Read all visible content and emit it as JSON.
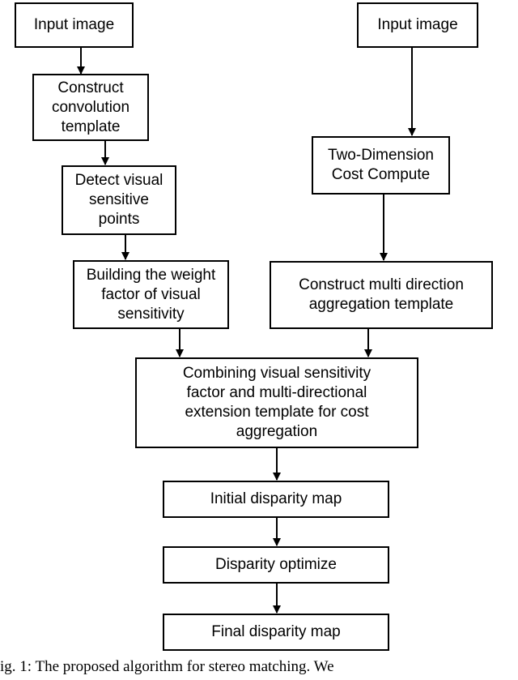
{
  "diagram": {
    "nodes": {
      "input_left": "Input image",
      "construct_conv": "Construct\nconvolution\ntemplate",
      "detect_visual": "Detect visual\nsensitive\npoints",
      "building_weight": "Building the weight\nfactor of visual\nsensitivity",
      "input_right": "Input image",
      "two_dim_cost": "Two-Dimension\nCost Compute",
      "construct_multi": "Construct multi direction\naggregation template",
      "combining": "Combining visual sensitivity\nfactor and multi-directional\nextension template for cost\naggregation",
      "initial_disparity": "Initial disparity map",
      "disparity_optimize": "Disparity optimize",
      "final_disparity": "Final disparity map"
    }
  },
  "caption": "ig. 1: The proposed algorithm for stereo matching. We"
}
